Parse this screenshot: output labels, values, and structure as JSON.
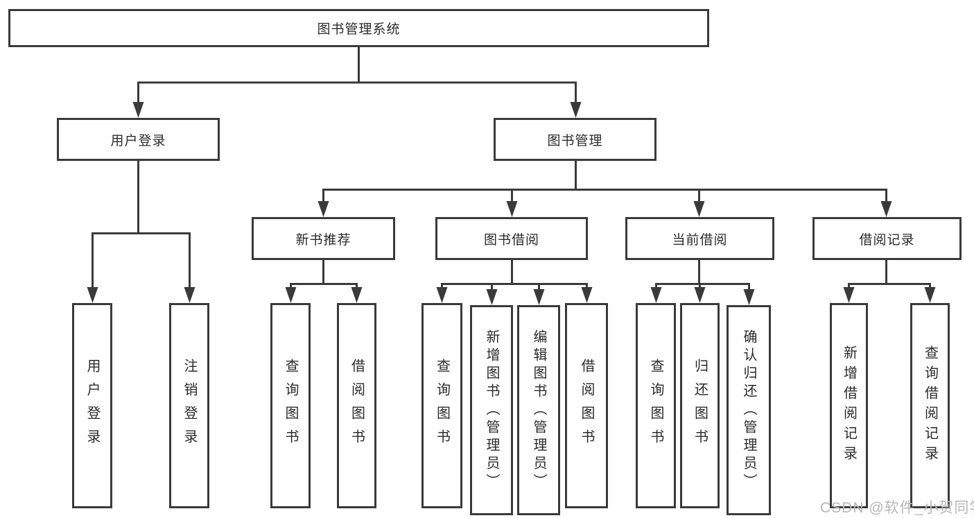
{
  "tree": {
    "label": "图书管理系统",
    "children": [
      {
        "label": "用户登录",
        "children": [
          {
            "label": "用户登录"
          },
          {
            "label": "注销登录"
          }
        ]
      },
      {
        "label": "图书管理",
        "children": [
          {
            "label": "新书推荐",
            "children": [
              {
                "label": "查询图书"
              },
              {
                "label": "借阅图书"
              }
            ]
          },
          {
            "label": "图书借阅",
            "children": [
              {
                "label": "查询图书"
              },
              {
                "label": "新增图书（管理员）"
              },
              {
                "label": "编辑图书（管理员）"
              },
              {
                "label": "借阅图书"
              }
            ]
          },
          {
            "label": "当前借阅",
            "children": [
              {
                "label": "查询图书"
              },
              {
                "label": "归还图书"
              },
              {
                "label": "确认归还（管理员）"
              }
            ]
          },
          {
            "label": "借阅记录",
            "children": [
              {
                "label": "新增借阅记录"
              },
              {
                "label": "查询借阅记录"
              }
            ]
          }
        ]
      }
    ]
  },
  "watermark": {
    "text": "CSDN @软件_小贺同学"
  },
  "colors": {
    "line": "#3a3a3a",
    "text": "#2b2b2b",
    "background": "#ffffff",
    "watermark": "#b7b7b7"
  }
}
